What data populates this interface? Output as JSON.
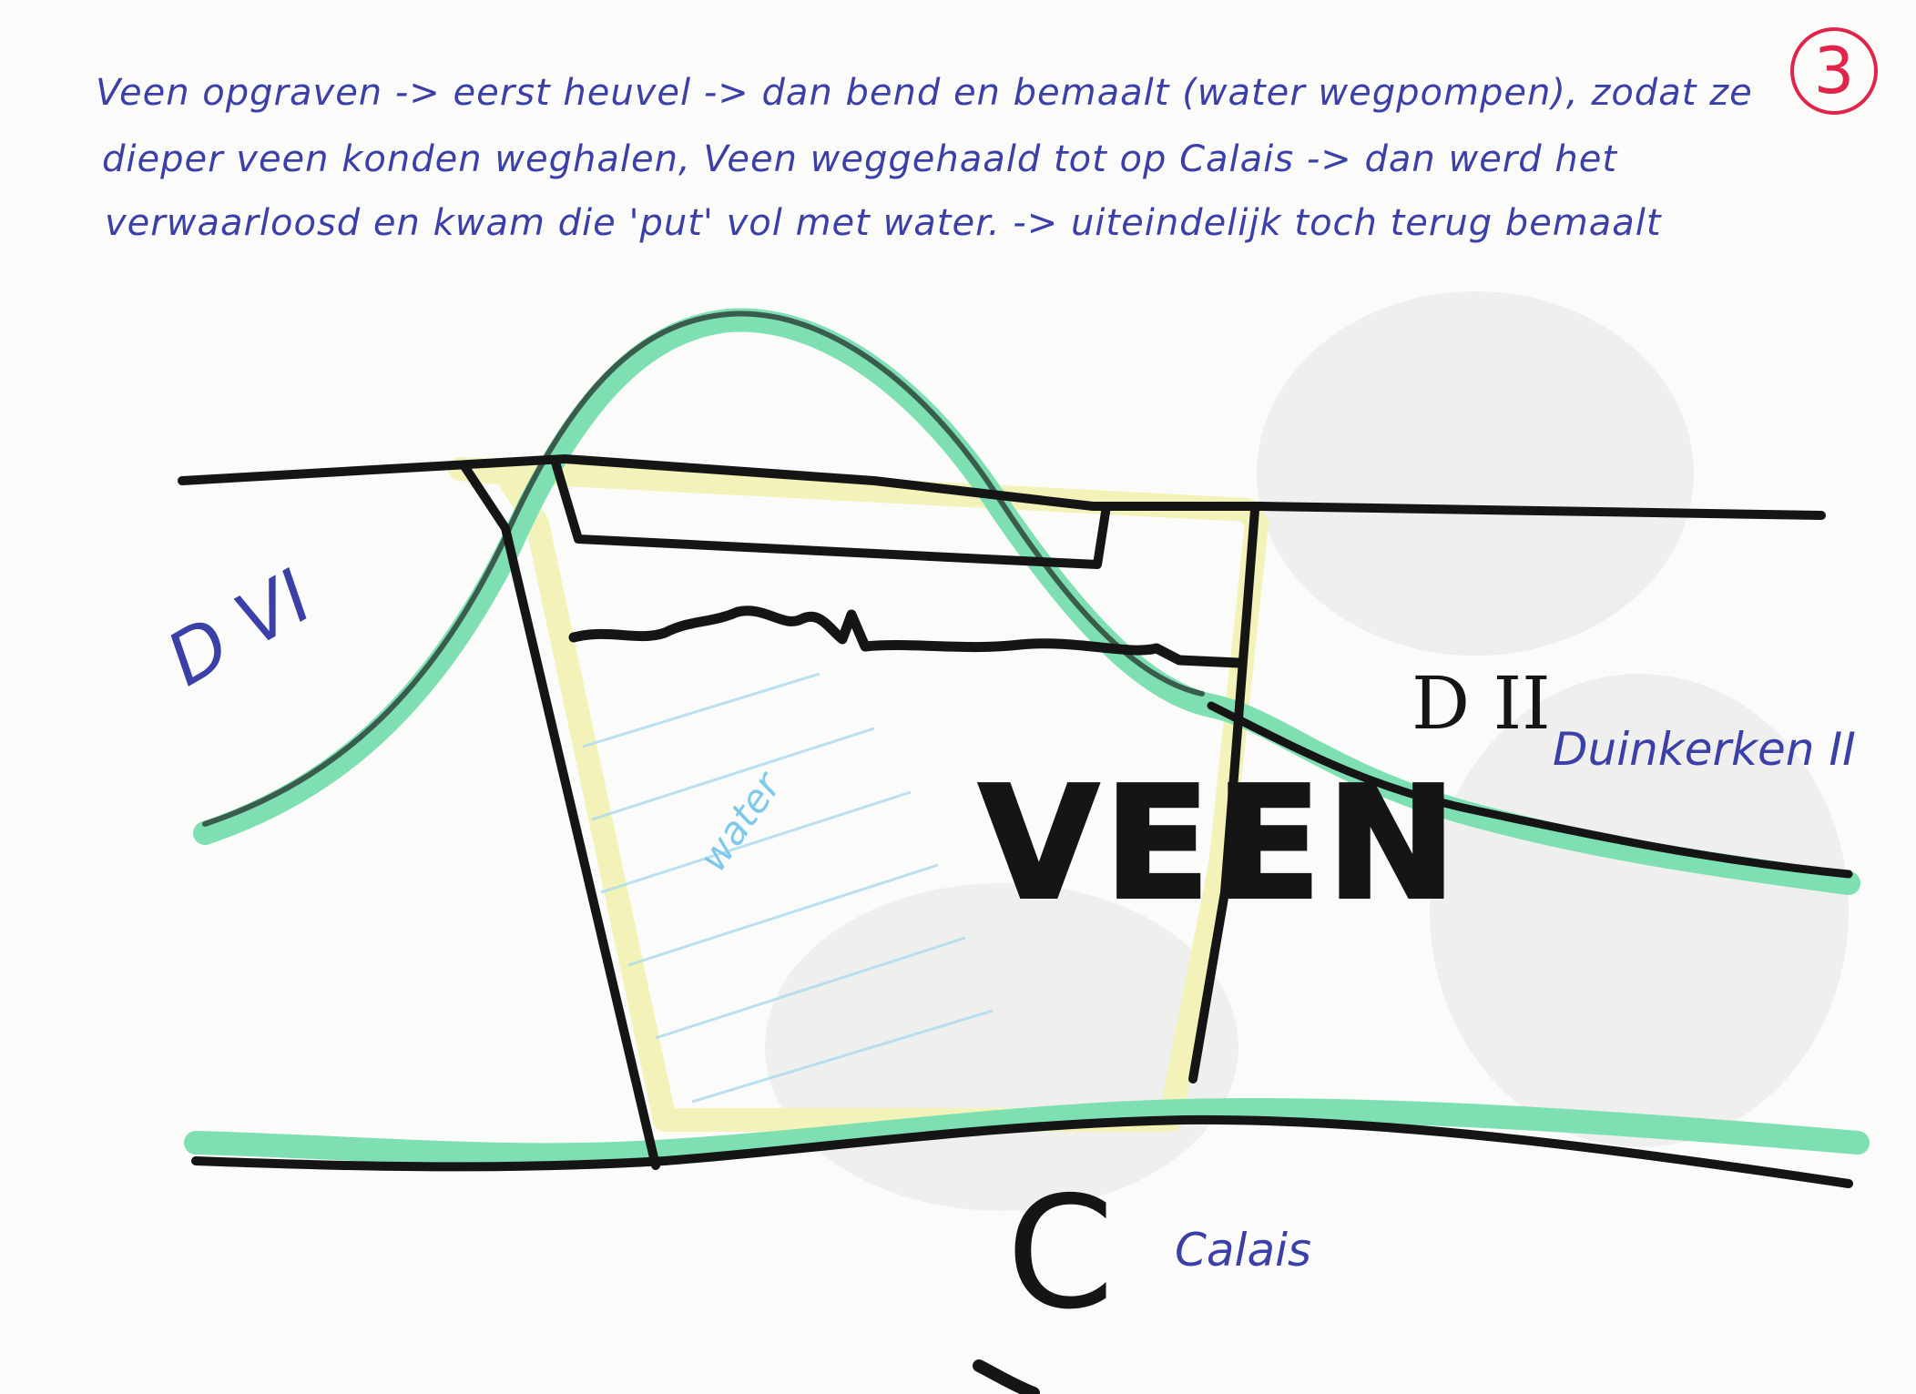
{
  "page_number": "3",
  "description_lines": [
    "Veen opgraven -> eerst heuvel -> dan bend en bemaalt (water wegpompen), zodat ze",
    "dieper veen konden weghalen, Veen weggehaald tot op Calais -> dan werd het",
    "verwaarloosd en kwam die 'put' vol met water. -> uiteindelijk toch terug bemaalt"
  ],
  "labels": {
    "left_layer": "D VI",
    "right_layer_symbol": "D II",
    "right_layer_name": "Duinkerken II",
    "peat": "VEEN",
    "water": "water",
    "base_symbol": "C",
    "base_name": "Calais"
  },
  "colors": {
    "ink_black": "#151515",
    "ink_blue": "#3b3fa8",
    "marker_green": "#7ee0b2",
    "highlight_yellow": "#f3f2b8",
    "water_blue": "#a8daf0",
    "circle_red": "#e0244a"
  }
}
